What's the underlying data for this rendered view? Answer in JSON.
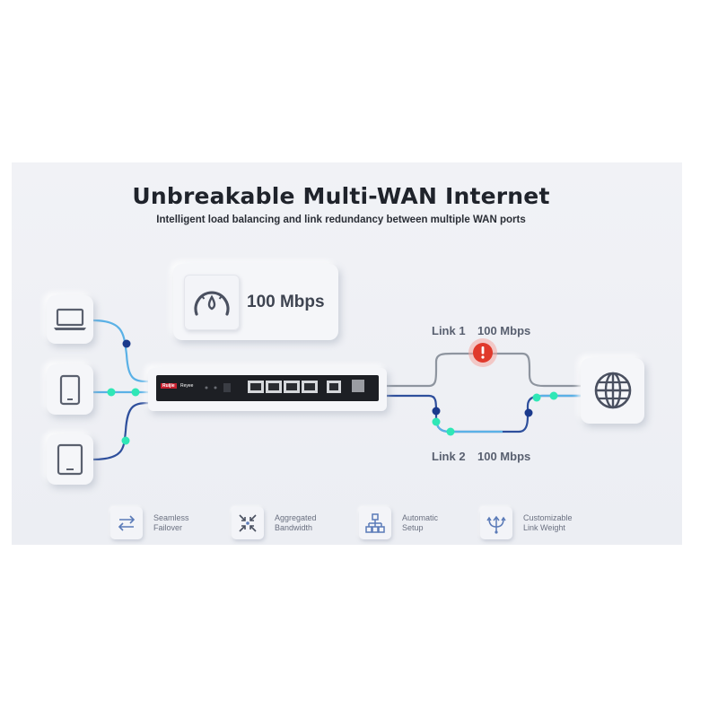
{
  "title": "Unbreakable Multi-WAN Internet",
  "subtitle": "Intelligent load balancing and link redundancy between multiple WAN ports",
  "speed_badge": {
    "icon": "speedometer-icon",
    "value": "100 Mbps"
  },
  "devices": [
    {
      "name": "laptop",
      "icon": "laptop-icon"
    },
    {
      "name": "phone",
      "icon": "phone-icon"
    },
    {
      "name": "tablet",
      "icon": "tablet-icon"
    }
  ],
  "router": {
    "brand": "Ruijie",
    "sub_brand": "Reyee"
  },
  "links": [
    {
      "name": "Link 1",
      "speed": "100 Mbps",
      "status": "warning",
      "status_icon": "alert-icon"
    },
    {
      "name": "Link 2",
      "speed": "100 Mbps"
    }
  ],
  "internet": {
    "icon": "globe-icon"
  },
  "features": [
    {
      "line1": "Seamless",
      "line2": "Failover",
      "icon": "swap-arrows-icon"
    },
    {
      "line1": "Aggregated",
      "line2": "Bandwidth",
      "icon": "aggregate-icon"
    },
    {
      "line1": "Automatic",
      "line2": "Setup",
      "icon": "hierarchy-icon"
    },
    {
      "line1": "Customizable",
      "line2": "Link Weight",
      "icon": "branch-icon"
    }
  ],
  "colors": {
    "line_blue": "#5ab1e6",
    "line_navy": "#2e4f9c",
    "line_gray": "#8e959f",
    "node_navy": "#1b3a8c",
    "node_green": "#2fe7b6",
    "alert_red": "#e0392b"
  }
}
